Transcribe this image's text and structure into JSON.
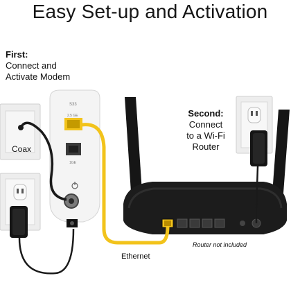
{
  "title": "Easy Set-up and Activation",
  "first": {
    "heading": "First:",
    "line1": "Connect and",
    "line2": "Activate Modem"
  },
  "second": {
    "heading": "Second:",
    "line1": "Connect",
    "line2": "to a Wi-Fi",
    "line3": "Router"
  },
  "labels": {
    "coax": "Coax",
    "ethernet": "Ethernet",
    "router_note": "Router not included",
    "modem_model": "S33",
    "port_top": "2.5 GE",
    "port_bottom": "1GE"
  },
  "colors": {
    "ethernet_cable": "#f2c31b",
    "cable": "#1a1a1a",
    "router_body": "#1c1c1c",
    "modem_body": "#f4f4f4"
  },
  "icons": {
    "power": "power-icon",
    "outlet": "outlet-icon",
    "adapter": "power-adapter-icon"
  }
}
